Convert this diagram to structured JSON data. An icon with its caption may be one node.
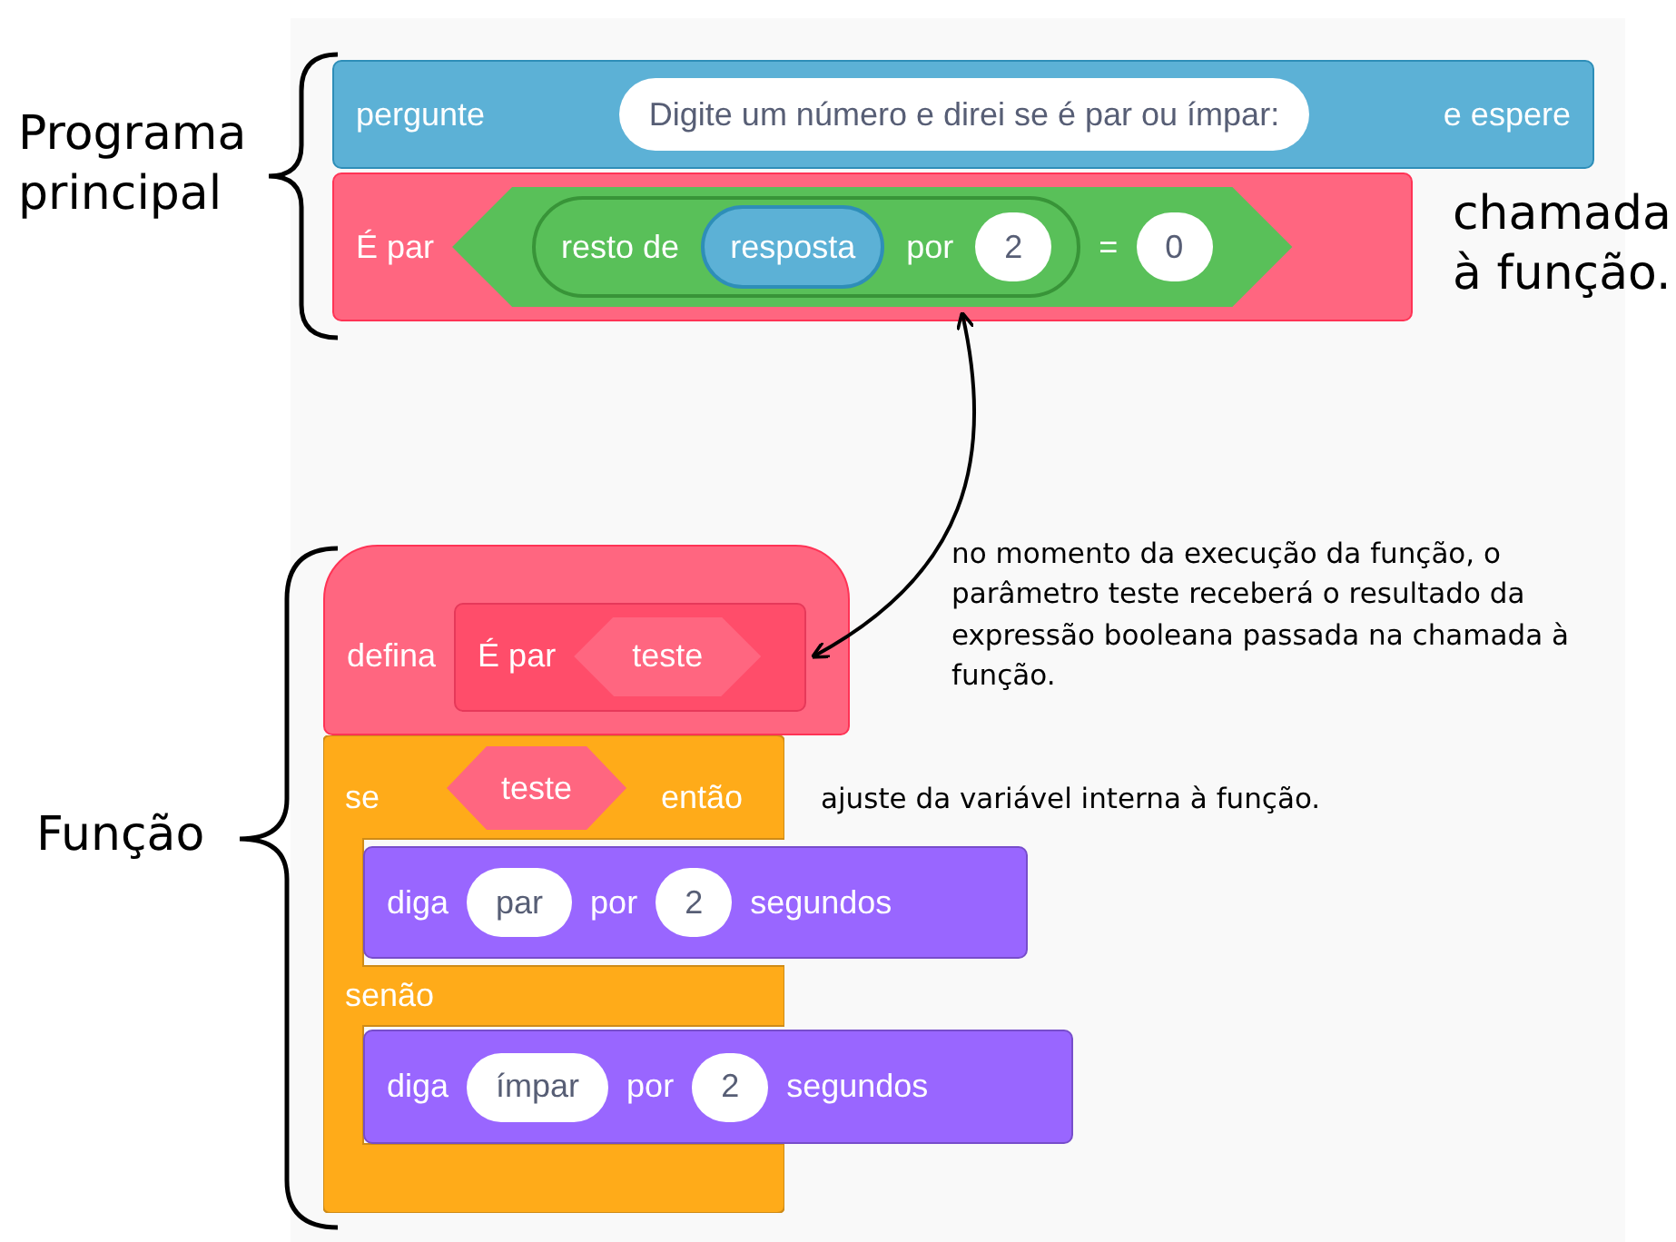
{
  "diagram": {
    "nodes": [
      {
        "text": [
          "pergunte",
          "e espere"
        ]
      },
      {
        "text": [
          "Digite um número e direi se é par ou ímpar:"
        ],
        "in": 0
      },
      {
        "text": [
          "É par"
        ]
      },
      {
        "text": [
          "="
        ],
        "in": 2
      },
      {
        "text": [
          "resto de",
          "por"
        ],
        "in": 3
      },
      {
        "text": [
          "resposta"
        ],
        "in": 4
      },
      {
        "text": [
          "2"
        ],
        "in": 4
      },
      {
        "text": [
          "0"
        ],
        "in": 3
      },
      {
        "text": [
          "defina"
        ]
      },
      {
        "text": [
          "É par"
        ],
        "in": 8
      },
      {
        "text": [
          "teste"
        ],
        "in": 9
      },
      {
        "text": [
          "se",
          "então",
          "senão"
        ]
      },
      {
        "text": [
          "teste"
        ],
        "in": 11
      },
      {
        "text": [
          "diga",
          "por",
          "segundos"
        ]
      },
      {
        "text": [
          "par"
        ],
        "in": 13
      },
      {
        "text": [
          "2"
        ],
        "in": 13
      },
      {
        "text": [
          "diga",
          "por",
          "segundos"
        ]
      },
      {
        "text": [
          "ímpar"
        ],
        "in": 16
      },
      {
        "text": [
          "2"
        ],
        "in": 16
      }
    ],
    "edges": [
      {
        "from": 3,
        "to": 9,
        "arrow": "both"
      }
    ],
    "labels": [
      "Programa principal",
      "chamada à função.",
      "no momento da execução da função, o parâmetro teste receberá o resultado da expressão booleana passada na chamada à função.",
      "ajuste da variável interna à função.",
      "Função"
    ]
  }
}
